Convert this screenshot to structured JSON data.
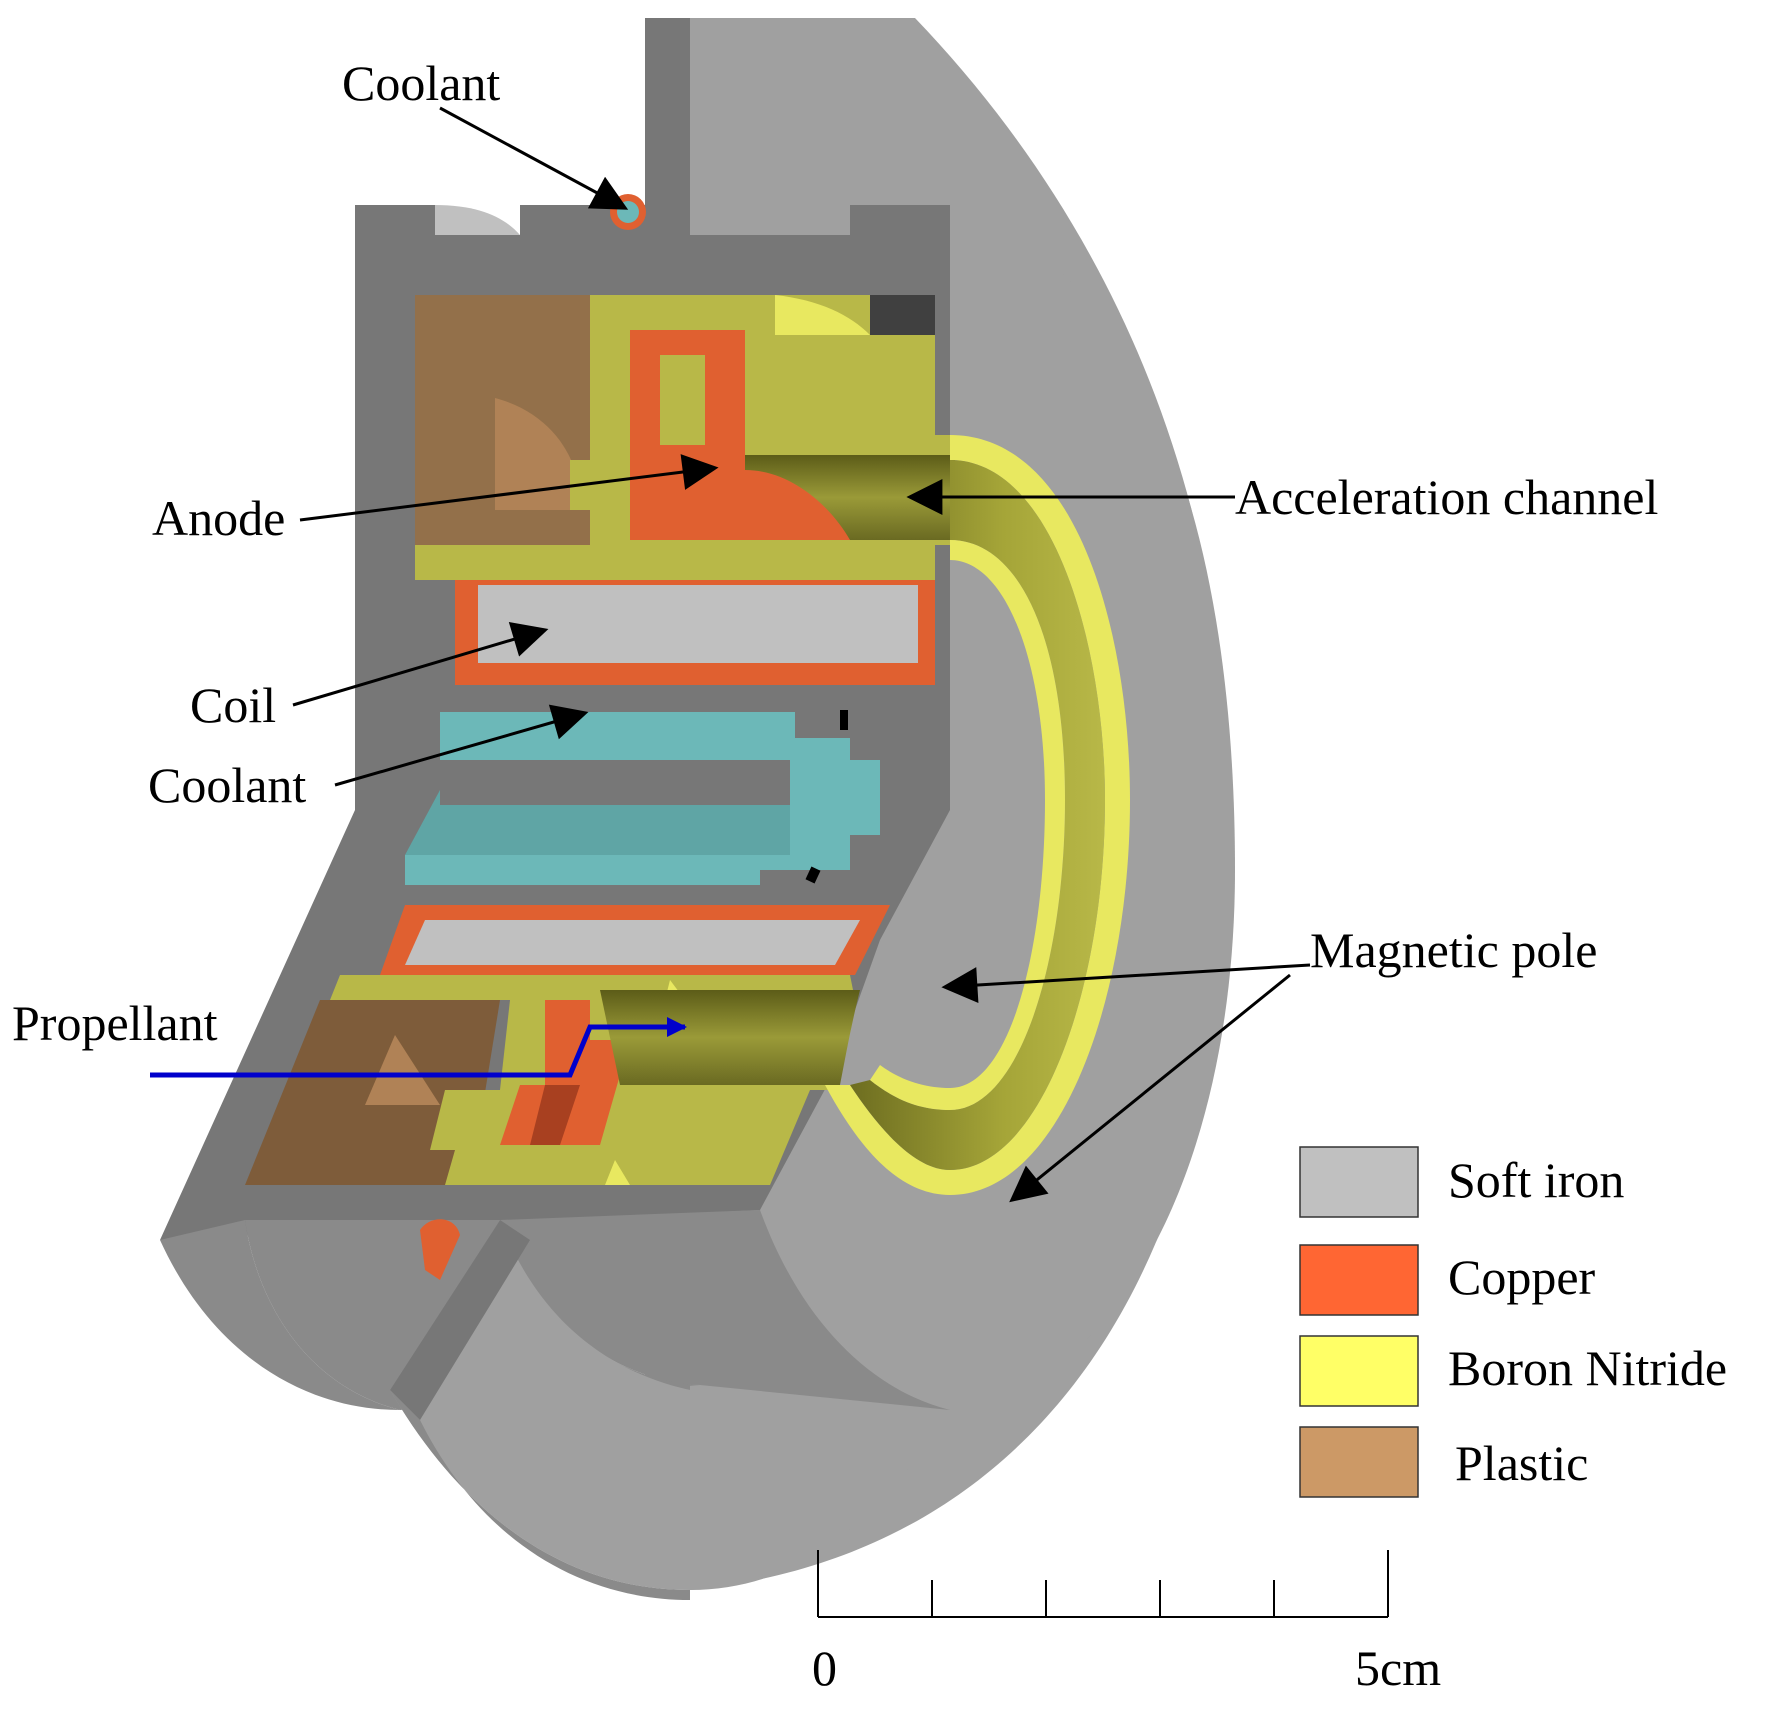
{
  "labels": {
    "coolant_top": "Coolant",
    "anode": "Anode",
    "coil": "Coil",
    "coolant_mid": "Coolant",
    "propellant": "Propellant",
    "acceleration_channel": "Acceleration channel",
    "magnetic_pole": "Magnetic pole"
  },
  "legend": {
    "items": [
      {
        "label": "Soft iron",
        "color": "#c0c0c0"
      },
      {
        "label": "Copper",
        "color": "#ff6633"
      },
      {
        "label": "Boron Nitride",
        "color": "#ffff66"
      },
      {
        "label": "Plastic",
        "color": "#cc9966"
      }
    ]
  },
  "scale_bar": {
    "start_label": "0",
    "end_label": "5cm",
    "divisions": 5
  },
  "colors": {
    "iron_front": "#a0a0a0",
    "iron_dark": "#777777",
    "iron_side": "#8a8a8a",
    "iron_light": "#c0c0c0",
    "copper": "#e06030",
    "boron_nitride": "#b8b848",
    "boron_light": "#e8e860",
    "plastic": "#93704a",
    "coolant": "#6cb8b8",
    "propellant_line": "#0000cc"
  }
}
